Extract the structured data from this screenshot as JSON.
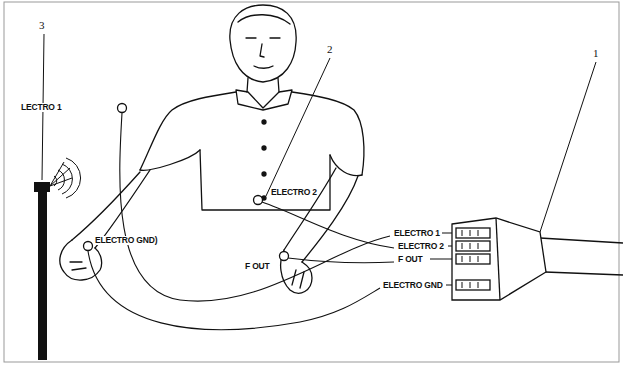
{
  "diagram": {
    "labels": [
      "3",
      "2",
      "1",
      "LECTRO 1",
      "ELECTRO 2",
      "ELECTRO GND)",
      "F OUT",
      "ELECTRO 1",
      "ELECTRO 2",
      "F OUT",
      "ELECTRO GND"
    ]
  }
}
